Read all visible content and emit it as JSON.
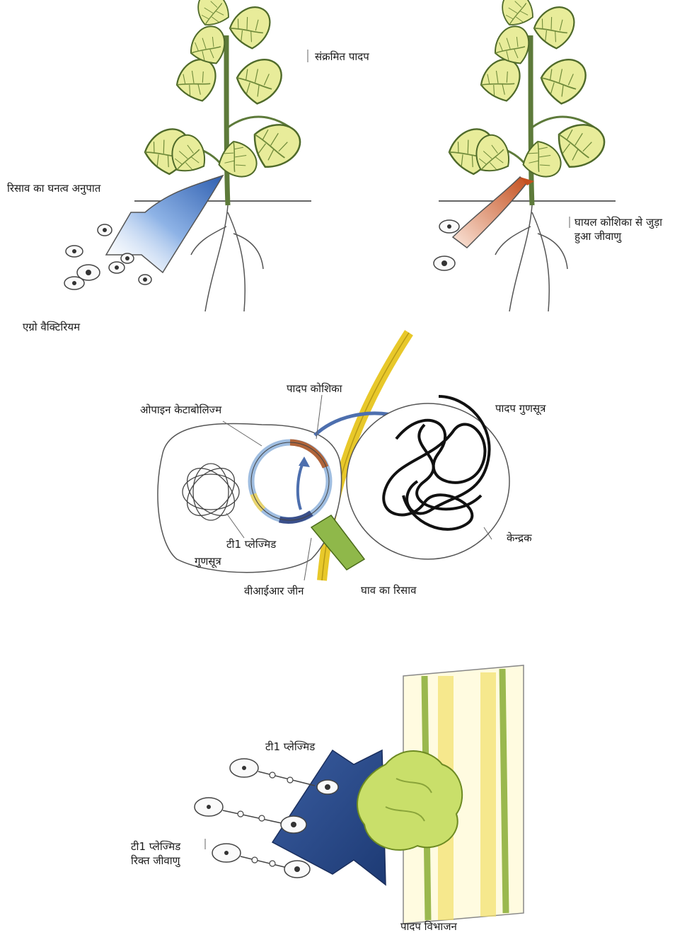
{
  "panel1": {
    "infected_plant": "संक्रमित पादप",
    "exudate_gradient": "रिसाव का घनत्व अनुपात",
    "agrobacterium": "एग्रो वैक्टिरियम"
  },
  "panel2": {
    "bacterium_attached_line1": "घायल कोशिका से जुड़ा",
    "bacterium_attached_line2": "हुआ जीवाणु"
  },
  "panel3": {
    "plant_cell": "पादप कोशिका",
    "opine_catabolism": "ओपाइन केटाबोलिज्म",
    "plant_chromosome": "पादप गुणसूत्र",
    "nucleus": "केन्द्रक",
    "ti_plasmid": "टी1 प्लेज्मिड",
    "chromosome": "गुणसूत्र",
    "vir_gene": "वीआईआर जीन",
    "wound_exudate": "घाव का रिसाव"
  },
  "panel4": {
    "ti_plasmid": "टी1 प्लेज्मिड",
    "ti_free_line1": "टी1 प्लेज्मिड",
    "ti_free_line2": "रिक्त जीवाणु",
    "plant_division": "पादप विभाजन"
  },
  "colors": {
    "leaf_fill": "#e8ec9a",
    "leaf_stroke": "#4f6a2a",
    "stem": "#5d7a3a",
    "exudate_blue": "#4a78c2",
    "exudate_orange": "#c9602f",
    "cell_wall_yellow": "#e8c82a",
    "gall_green": "#c9df6a",
    "arrow_navy": "#2b4a86"
  }
}
